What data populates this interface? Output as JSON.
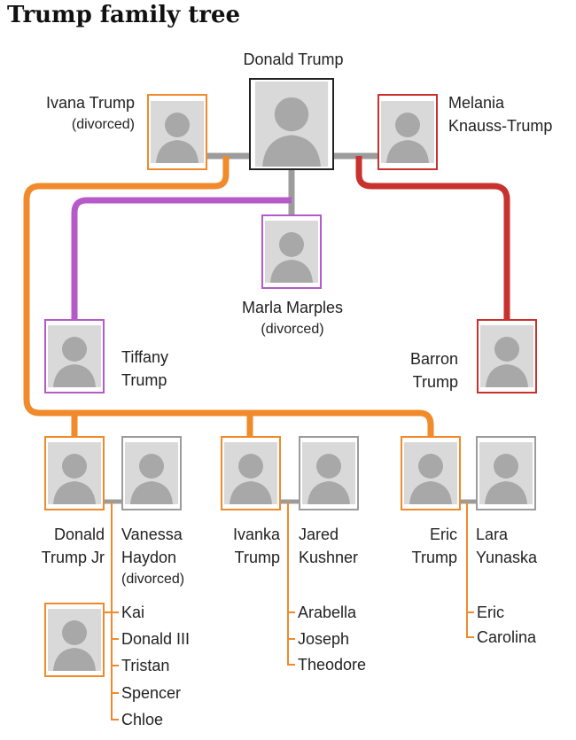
{
  "title": "Trump family tree",
  "colors": {
    "ivana_branch": "#f08a2b",
    "marla_branch": "#b65ac9",
    "melania_branch": "#c8322e",
    "marriage_line": "#9c9c9c"
  },
  "people": {
    "donald": {
      "name": "Donald Trump"
    },
    "ivana": {
      "line1": "Ivana Trump",
      "note": "(divorced)"
    },
    "melania": {
      "line1": "Melania",
      "line2": "Knauss-Trump"
    },
    "marla": {
      "name": "Marla Marples",
      "note": "(divorced)"
    },
    "tiffany": {
      "line1": "Tiffany",
      "line2": "Trump"
    },
    "barron": {
      "line1": "Barron",
      "line2": "Trump"
    },
    "donald_jr": {
      "line1": "Donald",
      "line2": "Trump Jr"
    },
    "vanessa": {
      "line1": "Vanessa",
      "line2": "Haydon",
      "note": "(divorced)"
    },
    "ivanka": {
      "line1": "Ivanka",
      "line2": "Trump"
    },
    "jared": {
      "line1": "Jared",
      "line2": "Kushner"
    },
    "eric": {
      "line1": "Eric",
      "line2": "Trump"
    },
    "lara": {
      "line1": "Lara",
      "line2": "Yunaska"
    }
  },
  "grandchildren": {
    "donald_jr": [
      "Kai",
      "Donald III",
      "Tristan",
      "Spencer",
      "Chloe"
    ],
    "ivanka": [
      "Arabella",
      "Joseph",
      "Theodore"
    ],
    "eric": [
      "Eric",
      "Carolina"
    ]
  }
}
